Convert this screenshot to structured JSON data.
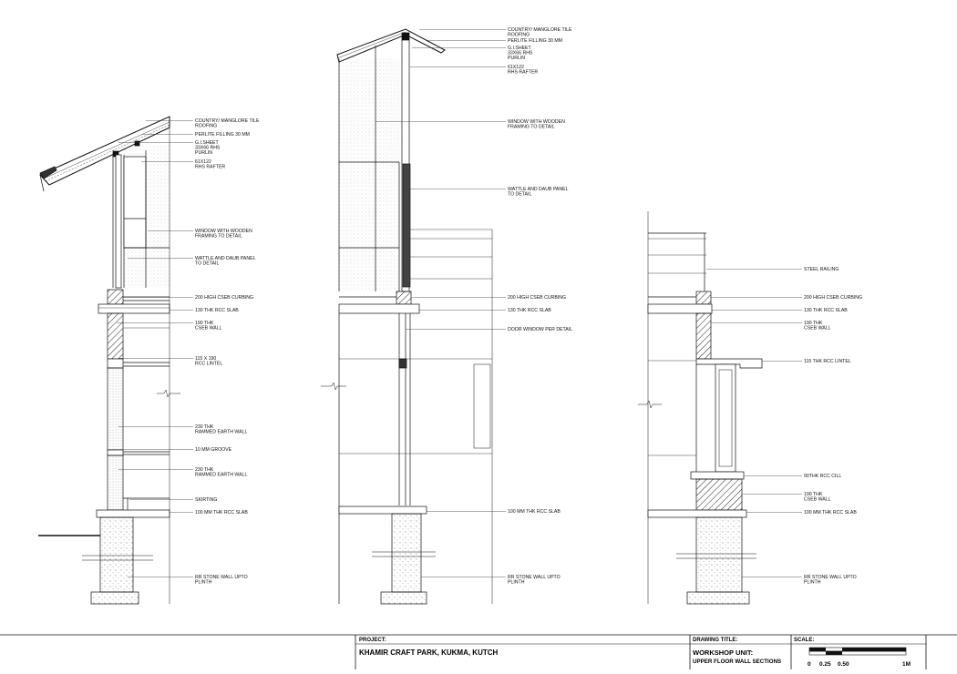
{
  "titleblock": {
    "project_label": "PROJECT:",
    "project_name": "KHAMIR CRAFT PARK, KUKMA, KUTCH",
    "drawing_title_label": "DRAWING TITLE:",
    "drawing_title_1": "WORKSHOP UNIT:",
    "drawing_title_2": "UPPER FLOOR WALL SECTIONS",
    "scale_label": "SCALE:",
    "scale_ticks": [
      "0",
      "0.25",
      "0.50",
      "1M"
    ]
  },
  "sections": {
    "left": {
      "labels": [
        [
          "COUNTRY/ MANGLORE TILE",
          "ROOFING"
        ],
        [
          "PERLITE FILLING 30 MM"
        ],
        [
          "G.I.SHEET",
          "33X66 RHS",
          "PURLIN"
        ],
        [
          "61X122",
          "RHS RAFTER"
        ],
        [
          "WINDOW WITH WOODEN",
          "FRAMING TO DETAIL"
        ],
        [
          "WATTLE AND DAUB PANEL",
          "TO DETAIL"
        ],
        [
          "200 HIGH CSEB CURBING"
        ],
        [
          "130 THK RCC SLAB"
        ],
        [
          "190 THK",
          "CSEB WALL"
        ],
        [
          "115 X 190",
          "RCC LINTEL"
        ],
        [
          "230 THK",
          "RAMMED EARTH WALL"
        ],
        [
          "10 MM GROOVE"
        ],
        [
          "230 THK",
          "RAMMED EARTH WALL"
        ],
        [
          "SKIRTING"
        ],
        [
          "100 MM THK RCC SLAB"
        ],
        [
          "RR STONE WALL UPTO",
          "PLINTH"
        ]
      ]
    },
    "middle": {
      "labels": [
        [
          "COUNTRY/ MANGLORE TILE",
          "ROOFING"
        ],
        [
          "PERLITE FILLING 30 MM"
        ],
        [
          "G.I.SHEET",
          "33X66 RHS",
          "PURLIN"
        ],
        [
          "61X122",
          "RHS RAFTER"
        ],
        [
          "WINDOW WITH WOODEN",
          "FRAMING TO DETAIL"
        ],
        [
          "WATTLE AND DAUB PANEL",
          "TO DETAIL"
        ],
        [
          "200 HIGH CSEB CURBING"
        ],
        [
          "130 THK RCC SLAB"
        ],
        [
          "DOOR WINDOW PER DETAIL"
        ],
        [
          "100 MM THK RCC SLAB"
        ],
        [
          "RR STONE WALL UPTO",
          "PLINTH"
        ]
      ]
    },
    "right": {
      "labels": [
        [
          "STEEL RAILING"
        ],
        [
          "200 HIGH CSEB CURBING"
        ],
        [
          "130 THK RCC SLAB"
        ],
        [
          "190 THK",
          "CSEB WALL"
        ],
        [
          "115 THK RCC LINTEL"
        ],
        [
          "90THK RCC CILL"
        ],
        [
          "190 THK",
          "CSEB WALL"
        ],
        [
          "100 MM THK RCC SLAB"
        ],
        [
          "RR STONE WALL UPTO",
          "PLINTH"
        ]
      ]
    }
  }
}
